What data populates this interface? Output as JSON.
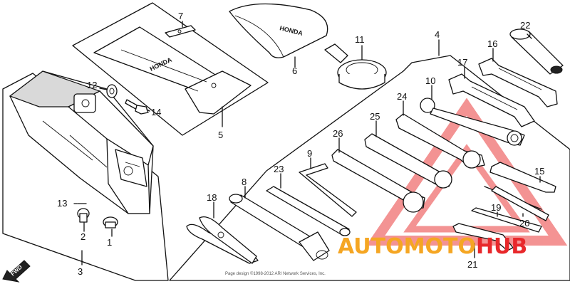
{
  "callouts": {
    "c1": "1",
    "c2": "2",
    "c3": "3",
    "c4": "4",
    "c5": "5",
    "c6": "6",
    "c7": "7",
    "c8": "8",
    "c9": "9",
    "c10": "10",
    "c11": "11",
    "c12": "12",
    "c13": "13",
    "c14": "14",
    "c15": "15",
    "c16": "16",
    "c17": "17",
    "c18": "18",
    "c19": "19",
    "c20": "20",
    "c21": "21",
    "c22": "22",
    "c23": "23",
    "c24": "24",
    "c25": "25",
    "c26": "26"
  },
  "fwd_label": "FWD",
  "brand_label": "HONDA",
  "copyright": "Page design ©1998-2012 ARI Network Services, Inc.",
  "watermark": {
    "auto": "AUTO",
    "moto": "MOTO",
    "hub": "HUB",
    "red": "#e8282b",
    "orange": "#f5a623",
    "mark": "#f06f6f"
  }
}
